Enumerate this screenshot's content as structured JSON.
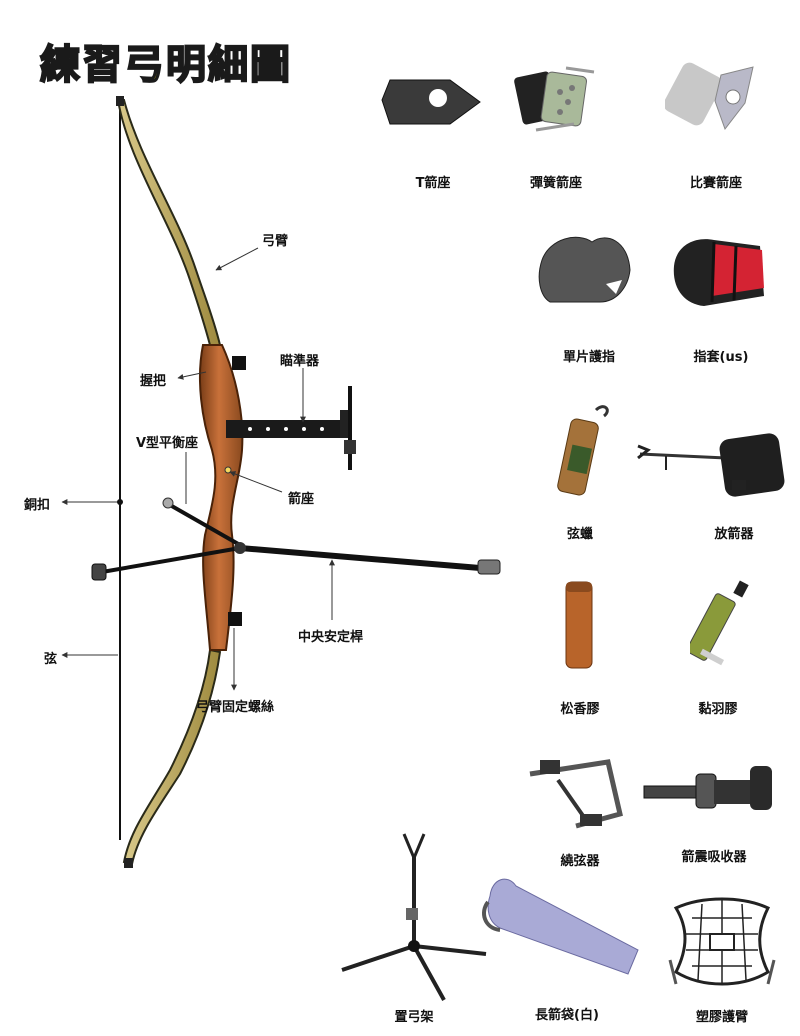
{
  "title": "練習弓明細圖",
  "bow_labels": {
    "limb": "弓臂",
    "grip": "握把",
    "sight": "瞄準器",
    "v_bar": "V型平衡座",
    "rest": "箭座",
    "nock": "銅扣",
    "stabilizer": "中央安定桿",
    "string": "弦",
    "limb_bolt": "弓臂固定螺絲"
  },
  "items": [
    {
      "label": "T箭座",
      "icon": "t-arrow-rest"
    },
    {
      "label": "彈簧箭座",
      "icon": "spring-arrow-rest"
    },
    {
      "label": "比賽箭座",
      "icon": "competition-arrow-rest"
    },
    {
      "label": "單片護指",
      "icon": "finger-tab"
    },
    {
      "label": "指套(us)",
      "icon": "finger-glove"
    },
    {
      "label": "弦蠟",
      "icon": "string-wax"
    },
    {
      "label": "放箭器",
      "icon": "release-aid"
    },
    {
      "label": "松香膠",
      "icon": "rosin-glue"
    },
    {
      "label": "黏羽膠",
      "icon": "fletching-glue"
    },
    {
      "label": "繞弦器",
      "icon": "string-server"
    },
    {
      "label": "箭震吸收器",
      "icon": "vibration-damper"
    },
    {
      "label": "置弓架",
      "icon": "bow-stand"
    },
    {
      "label": "長箭袋(白)",
      "icon": "long-quiver"
    },
    {
      "label": "塑膠護臂",
      "icon": "arm-guard"
    }
  ]
}
